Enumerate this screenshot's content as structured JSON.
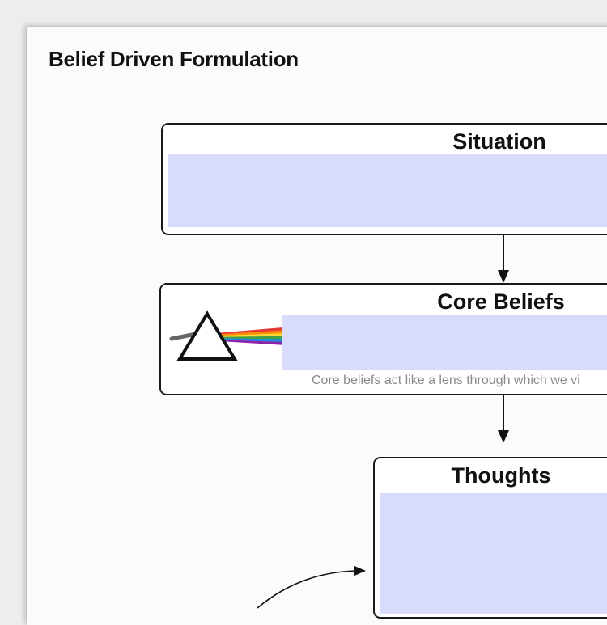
{
  "document": {
    "title": "Belief Driven Formulation"
  },
  "situation": {
    "title": "Situation"
  },
  "core_beliefs": {
    "title": "Core Beliefs",
    "caption": "Core beliefs act like a lens through which we vi",
    "icon": "prism-icon"
  },
  "thoughts": {
    "title": "Thoughts"
  },
  "colors": {
    "fill": "#d8dbfb",
    "border": "#1a1a1a",
    "rainbow": [
      "#e53935",
      "#fb8c00",
      "#fdd835",
      "#43a047",
      "#1e88e5",
      "#8e24aa"
    ]
  }
}
